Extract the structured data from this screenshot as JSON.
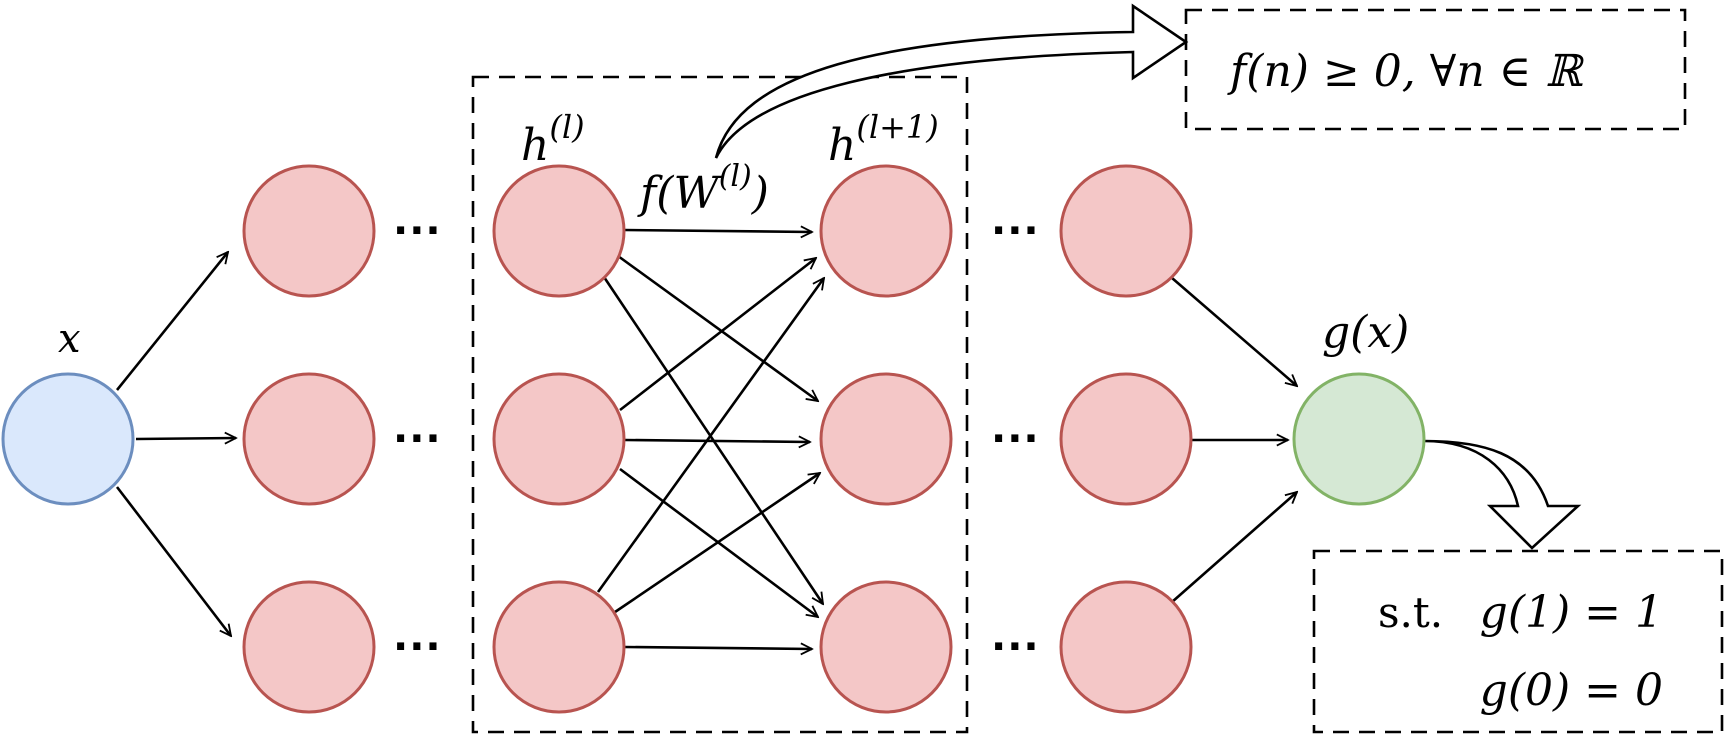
{
  "labels": {
    "input": "x",
    "layer_l_base": "h",
    "layer_l_sup": "(l)",
    "layer_l1_base": "h",
    "layer_l1_sup": "(l+1)",
    "weight_fn_open": "f(W",
    "weight_fn_sup": "(l)",
    "weight_fn_close": ")",
    "output": "g(x)",
    "ellipsis": "···"
  },
  "constraints": {
    "nonneg": "f(n) ≥ 0, ∀n ∈ ℝ",
    "st_prefix": "s.t.",
    "boundary_1": "g(1) = 1",
    "boundary_0": "g(0) = 0"
  },
  "colors": {
    "input_fill": "#dae8fc",
    "input_stroke": "#6c8ebf",
    "hidden_fill": "#f4c7c7",
    "hidden_stroke": "#b85450",
    "output_fill": "#d5e8d4",
    "output_stroke": "#82b366"
  }
}
